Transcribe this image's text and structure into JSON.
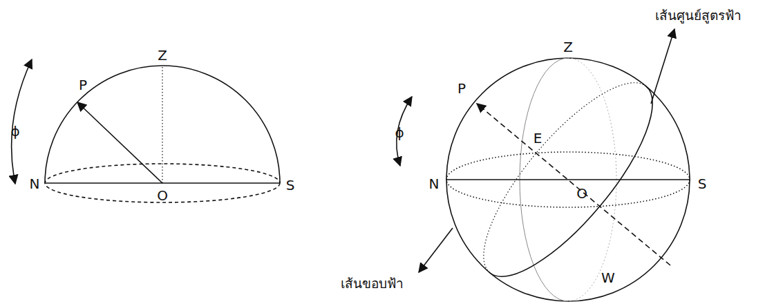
{
  "diagram": {
    "labels": [
      "Z",
      "P",
      "ϕ",
      "N",
      "O",
      "S",
      "Z",
      "เส้นศูนย์สูตรฟ้า",
      "P",
      "ϕ",
      "E",
      "N",
      "O",
      "S",
      "W",
      "เส้นขอบฟ้า"
    ]
  }
}
